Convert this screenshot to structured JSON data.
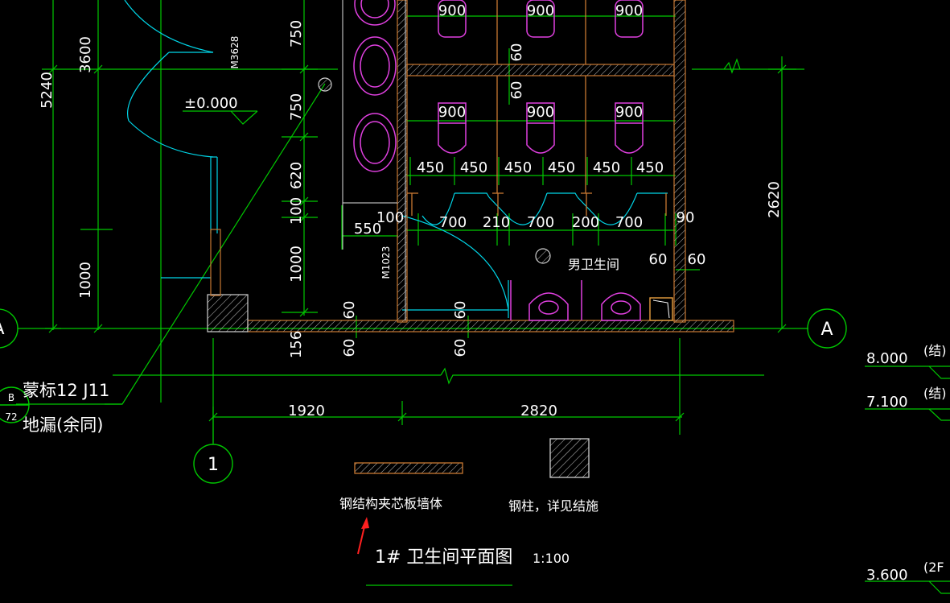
{
  "drawing": {
    "title": "1# 卫生间平面图",
    "scale": "1:100",
    "room_label": "男卫生间",
    "door_labels": [
      "M3628",
      "M1023"
    ],
    "elevation_marker": "±0.000",
    "note_line1": "蒙标12 J11",
    "note_line2": "地漏(余同)",
    "note_ref_top": "B",
    "note_ref_bottom": "72"
  },
  "grid": {
    "axis_left": "A",
    "axis_right": "A",
    "axis_bottom": "1"
  },
  "legend": {
    "wall_label": "钢结构夹芯板墙体",
    "column_label": "钢柱，详见结施"
  },
  "levels": [
    {
      "value": "8.000",
      "note": "(结)"
    },
    {
      "value": "7.100",
      "note": "(结)"
    },
    {
      "value": "3.600",
      "note": "(2F"
    }
  ],
  "dims": {
    "left_outer": [
      "5240"
    ],
    "left_inner": [
      "3600",
      "1000"
    ],
    "mid_vertical": [
      "750",
      "750",
      "620",
      "100",
      "1000"
    ],
    "h60": [
      "60",
      "60",
      "60",
      "60",
      "60"
    ],
    "top_stall": [
      "900",
      "900",
      "900"
    ],
    "mid_stall": [
      "900",
      "900",
      "900"
    ],
    "stall_halves": [
      "450",
      "450",
      "450",
      "450",
      "450",
      "450"
    ],
    "doors": [
      "100",
      "700",
      "210",
      "700",
      "200",
      "700",
      "90"
    ],
    "d550": "550",
    "d156": "156",
    "right_60a": "60",
    "right_60b": "60",
    "right_vertical": "2620",
    "bottom": [
      "1920",
      "2820"
    ]
  }
}
